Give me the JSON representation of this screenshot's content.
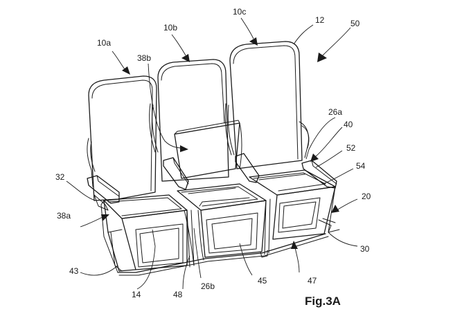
{
  "figure": {
    "caption": "Fig.3A",
    "reference_labels": {
      "l10a": "10a",
      "l10b": "10b",
      "l10c": "10c",
      "l12": "12",
      "l50": "50",
      "l38b": "38b",
      "l26a": "26a",
      "l40": "40",
      "l52": "52",
      "l54": "54",
      "l32": "32",
      "l20": "20",
      "l38a": "38a",
      "l30": "30",
      "l43": "43",
      "l14": "14",
      "l48": "48",
      "l26b": "26b",
      "l45": "45",
      "l47": "47"
    }
  }
}
